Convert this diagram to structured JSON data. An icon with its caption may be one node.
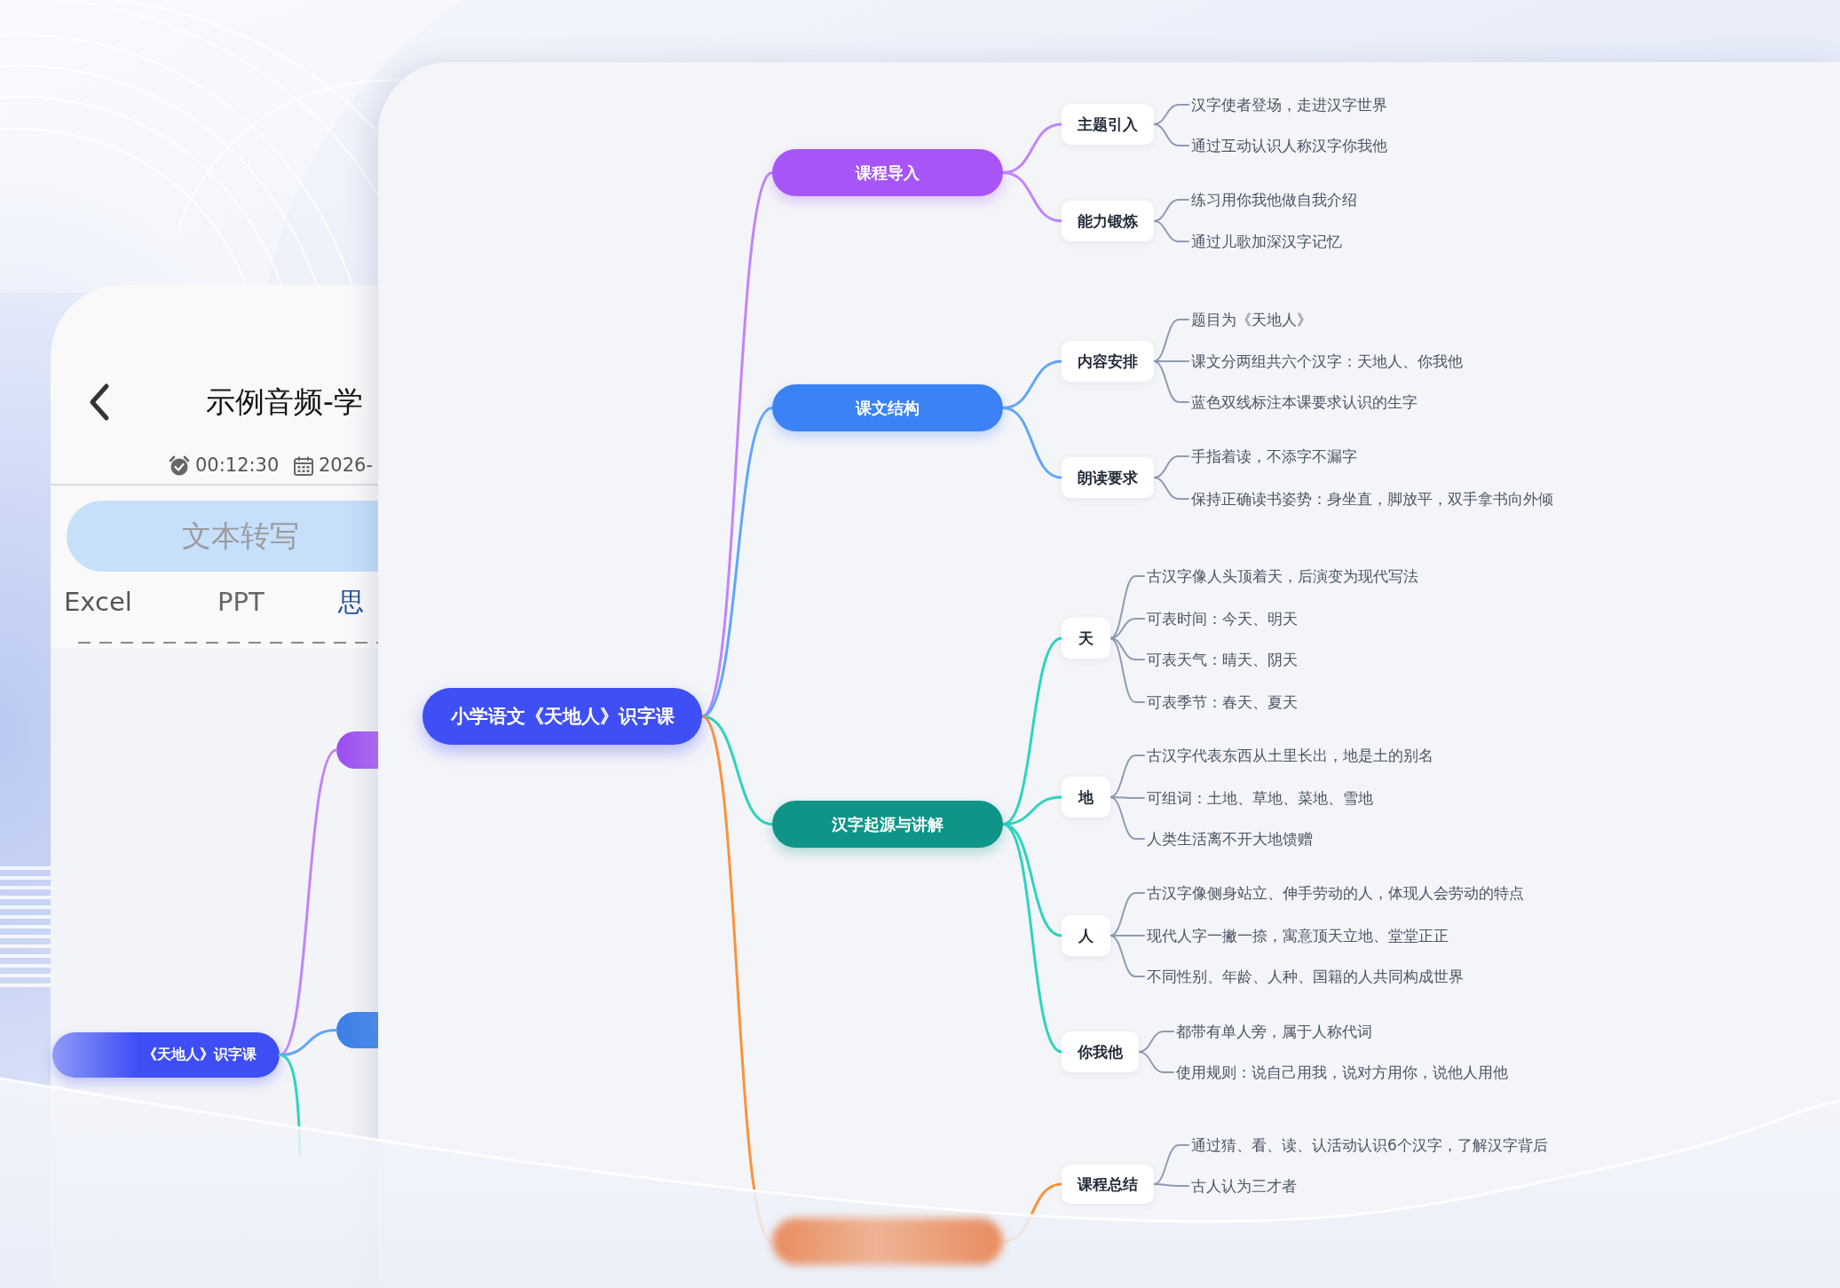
{
  "diagram": {
    "nodes": [
      {
        "text": [
          "文本转写"
        ]
      },
      {
        "text": [
          "《天地人》识字课"
        ]
      },
      {
        "text": [],
        "shape": "box"
      },
      {
        "text": [],
        "shape": "box"
      },
      {
        "text": [
          "小学语文《天地人》识字课"
        ]
      },
      {
        "text": [
          "课程导入"
        ]
      },
      {
        "text": [
          "主题引入"
        ]
      },
      {
        "text": [
          "汉字使者登场，走进汉字世界"
        ]
      },
      {
        "text": [
          "通过互动认识人称汉字你我他"
        ]
      },
      {
        "text": [
          "能力锻炼"
        ]
      },
      {
        "text": [
          "练习用你我他做自我介绍"
        ]
      },
      {
        "text": [
          "通过儿歌加深汉字记忆"
        ]
      },
      {
        "text": [
          "课文结构"
        ]
      },
      {
        "text": [
          "内容安排"
        ]
      },
      {
        "text": [
          "题目为《天地人》"
        ]
      },
      {
        "text": [
          "课文分两组共六个汉字：天地人、你我他"
        ]
      },
      {
        "text": [
          "蓝色双线标注本课要求认识的生字"
        ]
      },
      {
        "text": [
          "朗读要求"
        ]
      },
      {
        "text": [
          "手指着读，不添字不漏字"
        ]
      },
      {
        "text": [
          "保持正确读书姿势：身坐直，脚放平，双手拿书向外倾"
        ]
      },
      {
        "text": [
          "汉字起源与讲解"
        ]
      },
      {
        "text": [
          "天"
        ]
      },
      {
        "text": [
          "古汉字像人头顶着天，后演变为现代写法"
        ]
      },
      {
        "text": [
          "可表时间：今天、明天"
        ]
      },
      {
        "text": [
          "可表天气：晴天、阴天"
        ]
      },
      {
        "text": [
          "可表季节：春天、夏天"
        ]
      },
      {
        "text": [
          "地"
        ]
      },
      {
        "text": [
          "古汉字代表东西从土里长出，地是土的别名"
        ]
      },
      {
        "text": [
          "可组词：土地、草地、菜地、雪地"
        ]
      },
      {
        "text": [
          "人类生活离不开大地馈赠"
        ]
      },
      {
        "text": [
          "人"
        ]
      },
      {
        "text": [
          "古汉字像侧身站立、伸手劳动的人，体现人会劳动的特点"
        ]
      },
      {
        "text": [
          "现代人字一撇一捺，寓意顶天立地、堂堂正正"
        ]
      },
      {
        "text": [
          "不同性别、年龄、人种、国籍的人共同构成世界"
        ]
      },
      {
        "text": [
          "你我他"
        ]
      },
      {
        "text": [
          "都带有单人旁，属于人称代词"
        ]
      },
      {
        "text": [
          "使用规则：说自己用我，说对方用你，说他人用他"
        ]
      },
      {
        "text": [],
        "shape": "box"
      },
      {
        "text": [
          "课程总结"
        ]
      },
      {
        "text": [
          "通过猜、看、读、认活动认识6个汉字，了解汉字背后"
        ]
      },
      {
        "text": [
          "古人认为三才者"
        ]
      }
    ],
    "edges": [
      {
        "from": 1,
        "to": 2,
        "arrow": "none",
        "color": "#c084fc"
      },
      {
        "from": 1,
        "to": 3,
        "arrow": "none",
        "color": "#60a5fa"
      },
      {
        "from": 1,
        "to": null,
        "arrow": "none",
        "color": "#2dd4bf"
      },
      {
        "from": 4,
        "to": 5,
        "arrow": "none",
        "color": "#c084fc"
      },
      {
        "from": 4,
        "to": 12,
        "arrow": "none",
        "color": "#60a5fa"
      },
      {
        "from": 4,
        "to": 20,
        "arrow": "none",
        "color": "#2dd4bf"
      },
      {
        "from": 4,
        "to": 37,
        "arrow": "none",
        "color": "#fb923c"
      },
      {
        "from": 5,
        "to": 6,
        "arrow": "none",
        "color": "#c084fc"
      },
      {
        "from": 5,
        "to": 9,
        "arrow": "none",
        "color": "#c084fc"
      },
      {
        "from": 6,
        "to": 7,
        "arrow": "none"
      },
      {
        "from": 6,
        "to": 8,
        "arrow": "none"
      },
      {
        "from": 9,
        "to": 10,
        "arrow": "none"
      },
      {
        "from": 9,
        "to": 11,
        "arrow": "none"
      },
      {
        "from": 12,
        "to": 13,
        "arrow": "none",
        "color": "#60a5fa"
      },
      {
        "from": 12,
        "to": 17,
        "arrow": "none",
        "color": "#60a5fa"
      },
      {
        "from": 13,
        "to": 14,
        "arrow": "none"
      },
      {
        "from": 13,
        "to": 15,
        "arrow": "none"
      },
      {
        "from": 13,
        "to": 16,
        "arrow": "none"
      },
      {
        "from": 17,
        "to": 18,
        "arrow": "none"
      },
      {
        "from": 17,
        "to": 19,
        "arrow": "none"
      },
      {
        "from": 20,
        "to": 21,
        "arrow": "none",
        "color": "#2dd4bf"
      },
      {
        "from": 20,
        "to": 26,
        "arrow": "none",
        "color": "#2dd4bf"
      },
      {
        "from": 20,
        "to": 30,
        "arrow": "none",
        "color": "#2dd4bf"
      },
      {
        "from": 20,
        "to": 34,
        "arrow": "none",
        "color": "#2dd4bf"
      },
      {
        "from": 21,
        "to": 22,
        "arrow": "none"
      },
      {
        "from": 21,
        "to": 23,
        "arrow": "none"
      },
      {
        "from": 21,
        "to": 24,
        "arrow": "none"
      },
      {
        "from": 21,
        "to": 25,
        "arrow": "none"
      },
      {
        "from": 26,
        "to": 27,
        "arrow": "none"
      },
      {
        "from": 26,
        "to": 28,
        "arrow": "none"
      },
      {
        "from": 26,
        "to": 29,
        "arrow": "none"
      },
      {
        "from": 30,
        "to": 31,
        "arrow": "none"
      },
      {
        "from": 30,
        "to": 32,
        "arrow": "none"
      },
      {
        "from": 30,
        "to": 33,
        "arrow": "none"
      },
      {
        "from": 34,
        "to": 35,
        "arrow": "none"
      },
      {
        "from": 34,
        "to": 36,
        "arrow": "none"
      },
      {
        "from": 37,
        "to": 38,
        "arrow": "none",
        "color": "#fb923c"
      },
      {
        "from": 38,
        "to": 39,
        "arrow": "none"
      },
      {
        "from": 38,
        "to": 40,
        "arrow": "none"
      }
    ],
    "labels": [
      "示例音频-学",
      "00:12:30",
      "2026-",
      "Excel",
      "PPT",
      "思"
    ]
  }
}
